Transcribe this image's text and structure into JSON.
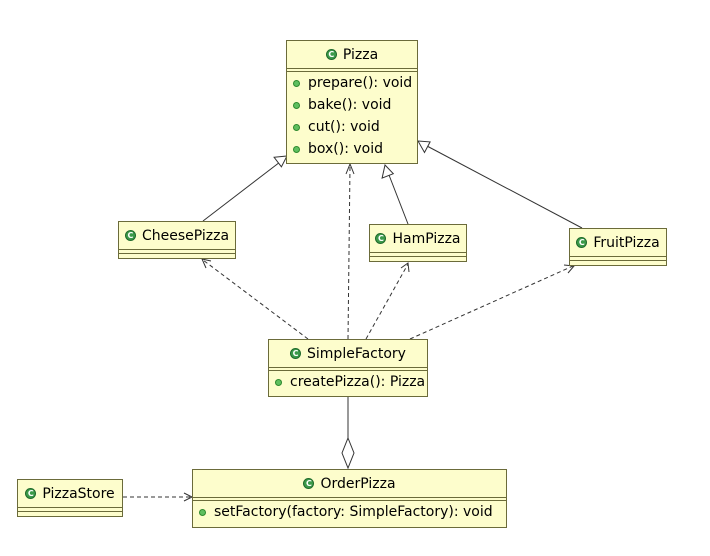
{
  "classes": {
    "pizza": {
      "name": "Pizza",
      "icon": "class-c-icon",
      "operations": [
        "prepare(): void",
        "bake(): void",
        "cut(): void",
        "box(): void"
      ]
    },
    "cheese_pizza": {
      "name": "CheesePizza",
      "icon": "class-c-icon"
    },
    "ham_pizza": {
      "name": "HamPizza",
      "icon": "class-c-icon"
    },
    "fruit_pizza": {
      "name": "FruitPizza",
      "icon": "class-c-icon"
    },
    "simple_factory": {
      "name": "SimpleFactory",
      "icon": "class-c-icon",
      "operations": [
        "createPizza(): Pizza"
      ]
    },
    "order_pizza": {
      "name": "OrderPizza",
      "icon": "class-c-icon",
      "operations": [
        "setFactory(factory: SimpleFactory): void"
      ]
    },
    "pizza_store": {
      "name": "PizzaStore",
      "icon": "class-c-icon"
    }
  },
  "relations": [
    {
      "type": "generalization",
      "from": "CheesePizza",
      "to": "Pizza"
    },
    {
      "type": "generalization",
      "from": "HamPizza",
      "to": "Pizza"
    },
    {
      "type": "generalization",
      "from": "FruitPizza",
      "to": "Pizza"
    },
    {
      "type": "dependency",
      "from": "SimpleFactory",
      "to": "Pizza"
    },
    {
      "type": "dependency",
      "from": "SimpleFactory",
      "to": "CheesePizza"
    },
    {
      "type": "dependency",
      "from": "SimpleFactory",
      "to": "HamPizza"
    },
    {
      "type": "dependency",
      "from": "SimpleFactory",
      "to": "FruitPizza"
    },
    {
      "type": "aggregation",
      "from": "SimpleFactory",
      "to": "OrderPizza"
    },
    {
      "type": "dependency",
      "from": "PizzaStore",
      "to": "OrderPizza"
    }
  ],
  "colors": {
    "class_fill": "#fdfdcc",
    "class_border": "#6b6b3a",
    "class_icon": "#3c9a4a",
    "method_icon": "#5fbf5f"
  }
}
